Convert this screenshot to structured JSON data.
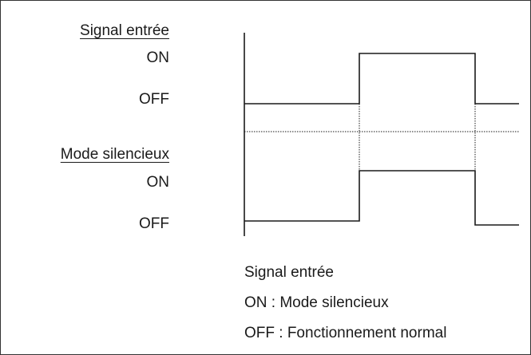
{
  "input_signal": {
    "title": "Signal entrée",
    "on_label": "ON",
    "off_label": "OFF"
  },
  "silent_mode": {
    "title": "Mode silencieux",
    "on_label": "ON",
    "off_label": "OFF"
  },
  "legend": {
    "title": "Signal entrée",
    "on_line": "ON : Mode silencieux",
    "off_line": "OFF : Fonctionnement normal"
  },
  "colors": {
    "line": "#1a1a1a",
    "border": "#333333",
    "background": "#ffffff"
  }
}
